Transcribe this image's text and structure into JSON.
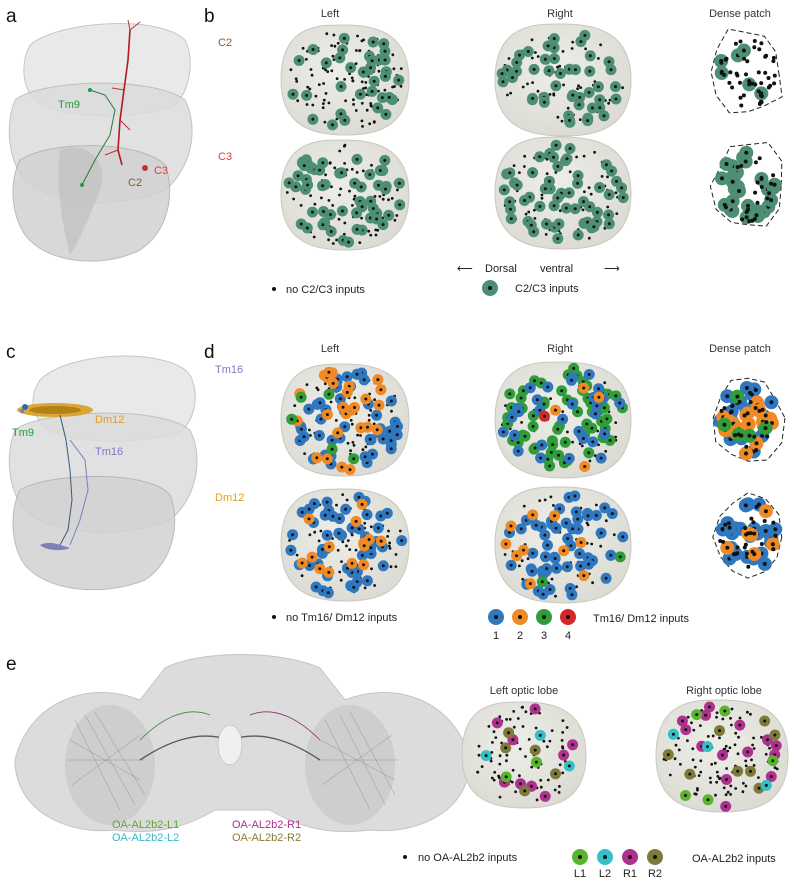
{
  "panel_letters": [
    "a",
    "b",
    "c",
    "d",
    "e"
  ],
  "panel_b": {
    "columns": [
      "Left",
      "Right",
      "Dense patch"
    ],
    "rows": [
      {
        "label": "C2",
        "color": "#8a5a2b"
      },
      {
        "label": "C3",
        "color": "#e0403a"
      }
    ],
    "axis": {
      "left": "Dorsal",
      "right": "ventral"
    },
    "legend": {
      "none": "no C2/C3 inputs",
      "input": "C2/C3 inputs"
    },
    "input_color": "#4d8f75"
  },
  "panel_a": {
    "labels": [
      {
        "text": "Tm9",
        "color": "#1e9e3a"
      },
      {
        "text": "C2",
        "color": "#8a5a2b"
      },
      {
        "text": "C3",
        "color": "#e0403a"
      }
    ]
  },
  "panel_c": {
    "labels": [
      {
        "text": "Dm12",
        "color": "#e0a020"
      },
      {
        "text": "Tm9",
        "color": "#1e9e3a"
      },
      {
        "text": "Tm16",
        "color": "#7a7ac8"
      }
    ]
  },
  "panel_d": {
    "columns": [
      "Left",
      "Right",
      "Dense patch"
    ],
    "rows": [
      {
        "label": "Tm16",
        "color": "#7a7ac8"
      },
      {
        "label": "Dm12",
        "color": "#e0a020"
      }
    ],
    "legend": {
      "none": "no Tm16/ Dm12 inputs",
      "counts": [
        "1",
        "2",
        "3",
        "4"
      ],
      "input": "Tm16/ Dm12 inputs"
    },
    "count_colors": [
      "#2f78c0",
      "#f08a24",
      "#2f9e3a",
      "#d62728"
    ]
  },
  "panel_e": {
    "columns": [
      "Left optic lobe",
      "Right optic lobe"
    ],
    "neurons": [
      {
        "text": "OA-AL2b2-L1",
        "color": "#5aa832"
      },
      {
        "text": "OA-AL2b2-L2",
        "color": "#35b8c8"
      },
      {
        "text": "OA-AL2b2-R1",
        "color": "#a8308a"
      },
      {
        "text": "OA-AL2b2-R2",
        "color": "#8a7a30"
      }
    ],
    "legend": {
      "none": "no OA-AL2b2 inputs",
      "keys": [
        "L1",
        "L2",
        "R1",
        "R2"
      ],
      "input": "OA-AL2b2  inputs"
    },
    "key_colors": [
      "#5ab52e",
      "#35c0c8",
      "#b0308f",
      "#7d7a3a"
    ]
  }
}
